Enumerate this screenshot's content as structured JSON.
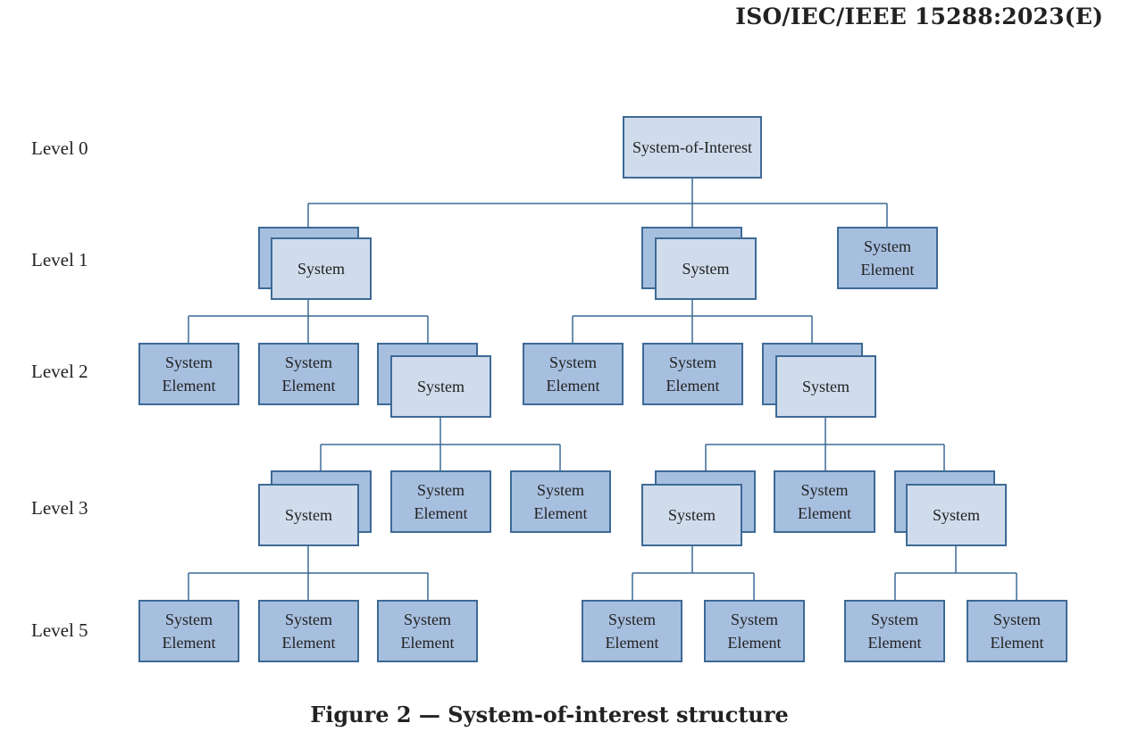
{
  "header": {
    "standard_id": "ISO/IEC/IEEE 15288:2023(E)"
  },
  "levels": [
    "Level 0",
    "Level 1",
    "Level 2",
    "Level 3",
    "Level 5"
  ],
  "labels": {
    "system_of_interest": "System-of-Interest",
    "system": "System",
    "system_element": "System Element"
  },
  "caption": "Figure 2 — System-of-interest structure",
  "colors": {
    "element_fill": "#a7bfdf",
    "system_fill": "#d0dcec",
    "border": "#3d6a96"
  }
}
